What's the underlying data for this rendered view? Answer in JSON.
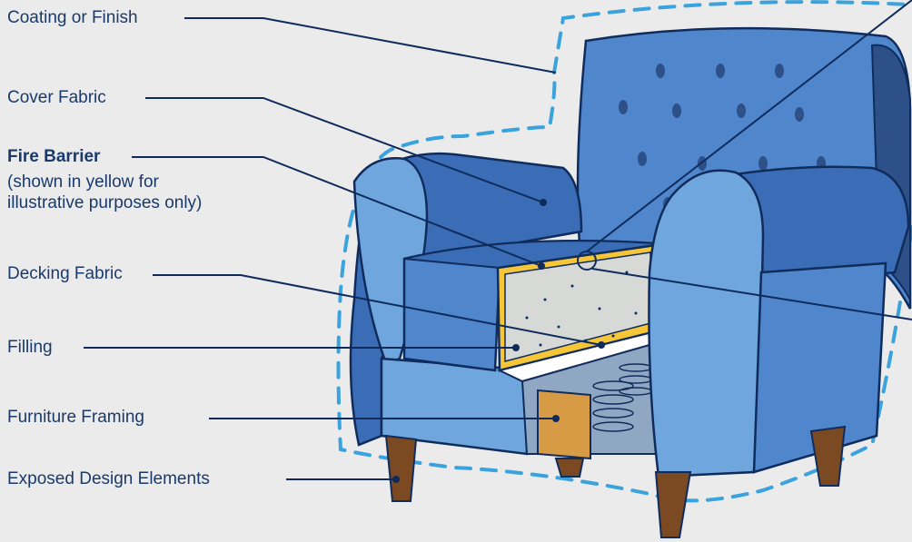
{
  "labels": {
    "coating": "Coating or Finish",
    "cover": "Cover Fabric",
    "fire_barrier": "Fire Barrier",
    "fire_note_1": "(shown in yellow for",
    "fire_note_2": "illustrative purposes only)",
    "decking": "Decking Fabric",
    "filling": "Filling",
    "framing": "Furniture Framing",
    "exposed": "Exposed Design Elements"
  },
  "colors": {
    "background": "#ebebeb",
    "label_text": "#1a3a6b",
    "leader_line": "#0f2b5b",
    "outline_dash": "#3aa3dd",
    "fabric_light": "#6fa6dd",
    "fabric_mid": "#4f86cc",
    "fabric_dark": "#3a6db6",
    "fabric_deep": "#2e5089",
    "fire_barrier": "#f5c638",
    "filling": "#d6d9d6",
    "framing_wood": "#d79a45",
    "legs": "#7b4a22"
  }
}
